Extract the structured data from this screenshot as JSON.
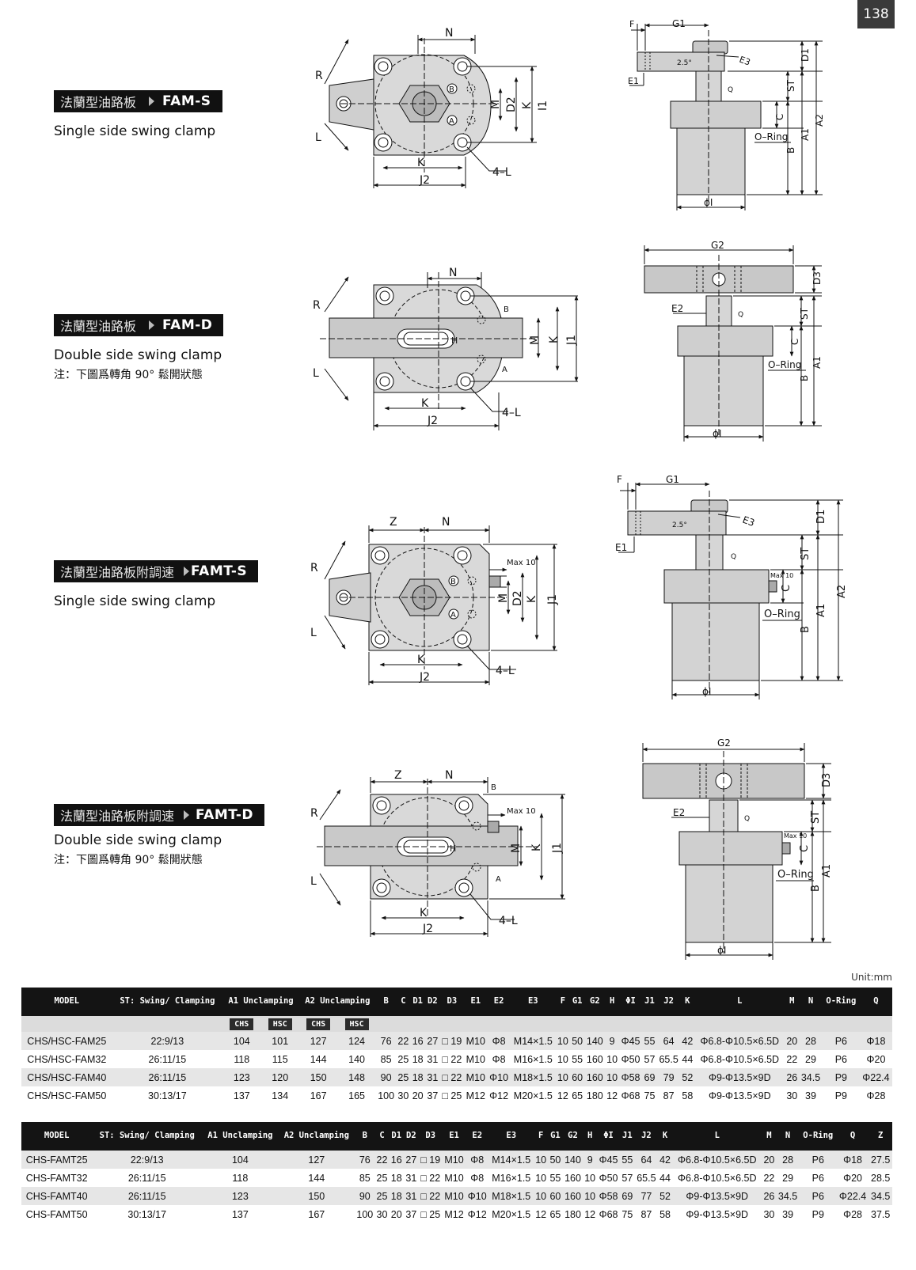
{
  "page_number": "138",
  "unit": "Unit:mm",
  "sections": [
    {
      "cn": "法蘭型油路板",
      "code": "FAM-S",
      "desc": "Single side swing clamp",
      "note": ""
    },
    {
      "cn": "法蘭型油路板",
      "code": "FAM-D",
      "desc": "Double side swing clamp",
      "note": "注：下圖爲轉角 90° 鬆開狀態"
    },
    {
      "cn": "法蘭型油路板附調速",
      "code": "FAMT-S",
      "desc": "Single side swing clamp",
      "note": ""
    },
    {
      "cn": "法蘭型油路板附調速",
      "code": "FAMT-D",
      "desc": "Double side swing clamp",
      "note": "注：下圖爲轉角 90° 鬆開狀態"
    }
  ],
  "labels": {
    "R": "R",
    "L": "L",
    "N": "N",
    "Z": "Z",
    "K": "K",
    "J1": "J1",
    "J2": "J2",
    "M": "M",
    "D1": "D1",
    "D2": "D2",
    "D3": "D3",
    "4L": "4–L",
    "A": "A",
    "B": "B",
    "F": "F",
    "G1": "G1",
    "G2": "G2",
    "E1": "E1",
    "E2": "E2",
    "E3": "E3",
    "ST": "ST",
    "C": "C",
    "Q": "Q",
    "oring": "O–Ring",
    "A1": "A1",
    "A2": "A2",
    "phiI": "ϕI",
    "H": "H",
    "angle": "2.5°",
    "max10": "Max 10"
  },
  "table1": {
    "headers": [
      "MODEL",
      "ST: Swing/ Clamping",
      "A1 Unclamping",
      "A2 Unclamping",
      "B",
      "C",
      "D1",
      "D2",
      "D3",
      "E1",
      "E2",
      "E3",
      "F",
      "G1",
      "G2",
      "H",
      "ΦI",
      "J1",
      "J2",
      "K",
      "L",
      "M",
      "N",
      "O-Ring",
      "Q"
    ],
    "sub": [
      "CHS",
      "HSC",
      "CHS",
      "HSC"
    ],
    "rows": [
      [
        "CHS/HSC-FAM25",
        "22:9/13",
        "104",
        "101",
        "127",
        "124",
        "76",
        "22",
        "16",
        "27",
        "□ 19",
        "M10",
        "Φ8",
        "M14×1.5",
        "10",
        "50",
        "140",
        "9",
        "Φ45",
        "55",
        "64",
        "42",
        "Φ6.8-Φ10.5×6.5D",
        "20",
        "28",
        "P6",
        "Φ18"
      ],
      [
        "CHS/HSC-FAM32",
        "26:11/15",
        "118",
        "115",
        "144",
        "140",
        "85",
        "25",
        "18",
        "31",
        "□ 22",
        "M10",
        "Φ8",
        "M16×1.5",
        "10",
        "55",
        "160",
        "10",
        "Φ50",
        "57",
        "65.5",
        "44",
        "Φ6.8-Φ10.5×6.5D",
        "22",
        "29",
        "P6",
        "Φ20"
      ],
      [
        "CHS/HSC-FAM40",
        "26:11/15",
        "123",
        "120",
        "150",
        "148",
        "90",
        "25",
        "18",
        "31",
        "□ 22",
        "M10",
        "Φ10",
        "M18×1.5",
        "10",
        "60",
        "160",
        "10",
        "Φ58",
        "69",
        "79",
        "52",
        "Φ9-Φ13.5×9D",
        "26",
        "34.5",
        "P9",
        "Φ22.4"
      ],
      [
        "CHS/HSC-FAM50",
        "30:13/17",
        "137",
        "134",
        "167",
        "165",
        "100",
        "30",
        "20",
        "37",
        "□ 25",
        "M12",
        "Φ12",
        "M20×1.5",
        "12",
        "65",
        "180",
        "12",
        "Φ68",
        "75",
        "87",
        "58",
        "Φ9-Φ13.5×9D",
        "30",
        "39",
        "P9",
        "Φ28"
      ]
    ]
  },
  "table2": {
    "headers": [
      "MODEL",
      "ST: Swing/ Clamping",
      "A1 Unclamping",
      "A2 Unclamping",
      "B",
      "C",
      "D1",
      "D2",
      "D3",
      "E1",
      "E2",
      "E3",
      "F",
      "G1",
      "G2",
      "H",
      "ΦI",
      "J1",
      "J2",
      "K",
      "L",
      "M",
      "N",
      "O-Ring",
      "Q",
      "Z"
    ],
    "rows": [
      [
        "CHS-FAMT25",
        "22:9/13",
        "104",
        "127",
        "76",
        "22",
        "16",
        "27",
        "□ 19",
        "M10",
        "Φ8",
        "M14×1.5",
        "10",
        "50",
        "140",
        "9",
        "Φ45",
        "55",
        "64",
        "42",
        "Φ6.8-Φ10.5×6.5D",
        "20",
        "28",
        "P6",
        "Φ18",
        "27.5"
      ],
      [
        "CHS-FAMT32",
        "26:11/15",
        "118",
        "144",
        "85",
        "25",
        "18",
        "31",
        "□ 22",
        "M10",
        "Φ8",
        "M16×1.5",
        "10",
        "55",
        "160",
        "10",
        "Φ50",
        "57",
        "65.5",
        "44",
        "Φ6.8-Φ10.5×6.5D",
        "22",
        "29",
        "P6",
        "Φ20",
        "28.5"
      ],
      [
        "CHS-FAMT40",
        "26:11/15",
        "123",
        "150",
        "90",
        "25",
        "18",
        "31",
        "□ 22",
        "M10",
        "Φ10",
        "M18×1.5",
        "10",
        "60",
        "160",
        "10",
        "Φ58",
        "69",
        "77",
        "52",
        "Φ9-Φ13.5×9D",
        "26",
        "34.5",
        "P6",
        "Φ22.4",
        "34.5"
      ],
      [
        "CHS-FAMT50",
        "30:13/17",
        "137",
        "167",
        "100",
        "30",
        "20",
        "37",
        "□ 25",
        "M12",
        "Φ12",
        "M20×1.5",
        "12",
        "65",
        "180",
        "12",
        "Φ68",
        "75",
        "87",
        "58",
        "Φ9-Φ13.5×9D",
        "30",
        "39",
        "P9",
        "Φ28",
        "37.5"
      ]
    ]
  }
}
